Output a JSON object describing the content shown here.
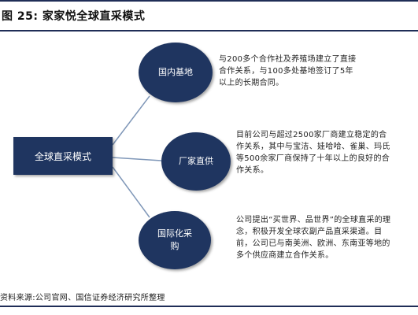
{
  "title": "图 25: 家家悦全球直采模式",
  "center": {
    "label": "全球直采模式"
  },
  "branches": [
    {
      "label": "国内基地",
      "description": "与200多个合作社及养殖场建立了直接合作关系，与100多处基地签订了5年以上的长期合同。"
    },
    {
      "label": "厂家直供",
      "description": "目前公司与超过2500家厂商建立稳定的合作关系，其中与宝洁、娃哈哈、雀巢、玛氏等500余家厂商保持了十年以上的良好的合作关系。"
    },
    {
      "label": "国际化采购",
      "description": "公司提出“买世界、品世界”的全球直采的理念，积极开发全球农副产品直采渠道。目前，公司已与南美洲、欧洲、东南亚等地的多个供应商建立合作关系。"
    }
  ],
  "source": "资料来源:公司官网、国信证券经济研究所整理",
  "colors": {
    "node_fill": "#1f3560",
    "connector": "#7f97b8",
    "rule": "#1f2d57"
  }
}
